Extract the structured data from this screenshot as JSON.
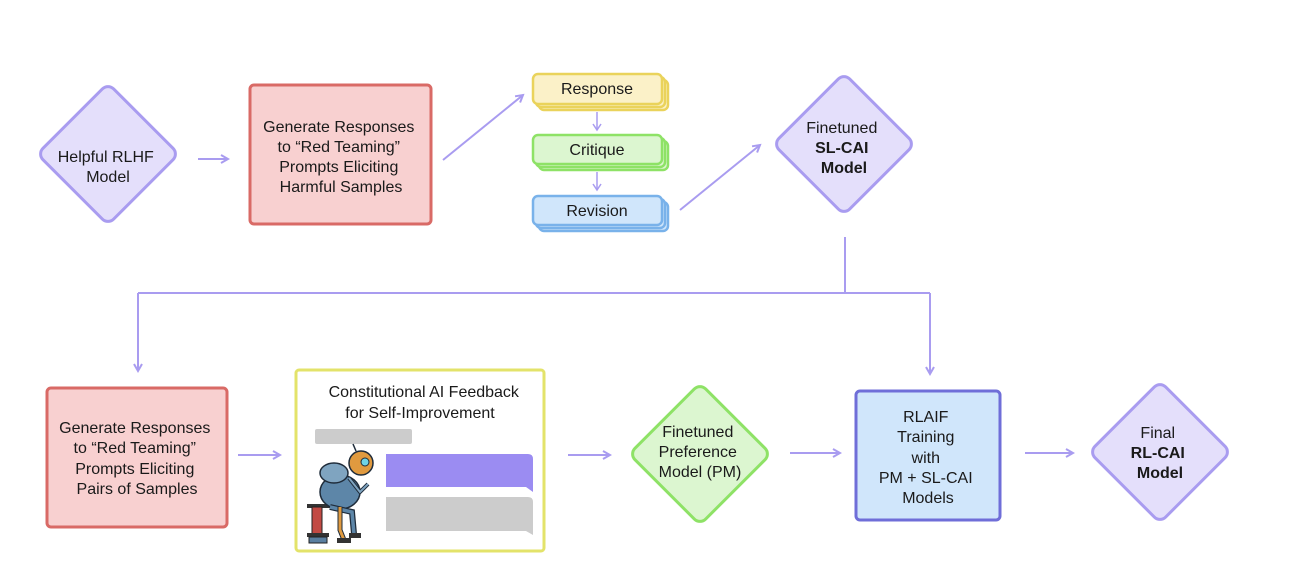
{
  "colors": {
    "arrow": "#a99cf0",
    "diamond_purple_fill": "#e4dffb",
    "diamond_purple_stroke": "#a99cf0",
    "red_fill": "#f8d0d0",
    "red_stroke": "#d96a66",
    "yellow_fill": "#fbf1c8",
    "yellow_stroke": "#ead35b",
    "green_fill": "#dcf6d0",
    "green_stroke": "#8ee266",
    "blue_fill": "#d0e6fb",
    "blue_stroke": "#79b2ea",
    "rlaif_stroke": "#6f6ed8",
    "feedback_border": "#e3e36a",
    "chat_purple": "#9b8cf2",
    "chat_gray": "#cccccc"
  },
  "nodes": {
    "helpful_rlhf": [
      "Helpful RLHF",
      "Model"
    ],
    "generate_top": [
      "Generate Responses",
      "to “Red Teaming”",
      "Prompts Eliciting",
      "Harmful Samples"
    ],
    "response": "Response",
    "critique": "Critique",
    "revision": "Revision",
    "sl_cai": {
      "line1": "Finetuned",
      "line2": "SL-CAI",
      "line3": "Model"
    },
    "generate_bottom": [
      "Generate Responses",
      "to “Red Teaming”",
      "Prompts Eliciting",
      "Pairs of Samples"
    ],
    "feedback": [
      "Constitutional AI Feedback",
      "for Self-Improvement"
    ],
    "pm": [
      "Finetuned",
      "Preference",
      "Model (PM)"
    ],
    "rlaif": [
      "RLAIF",
      "Training",
      "with",
      "PM + SL-CAI",
      "Models"
    ],
    "final": {
      "line1": "Final",
      "line2": "RL-CAI",
      "line3": "Model"
    }
  },
  "icons": {
    "robot": "thinking-robot-icon"
  }
}
